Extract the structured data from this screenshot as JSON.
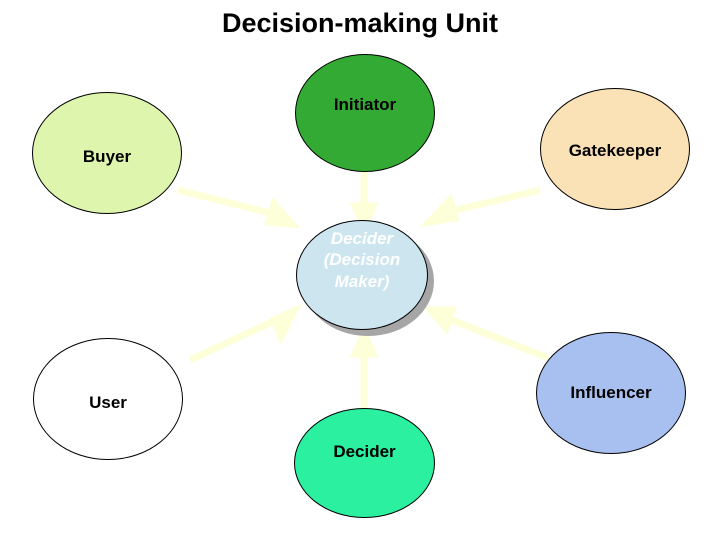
{
  "title": "Decision-making Unit",
  "diagram": {
    "type": "hub-and-spoke",
    "center": {
      "label": "Decider\n(Decision\nMaker)",
      "fill": "#cce5ef",
      "text_color": "#ffffff"
    },
    "nodes": [
      {
        "id": "initiator",
        "label": "Initiator",
        "fill": "#33aa33"
      },
      {
        "id": "gatekeeper",
        "label": "Gatekeeper",
        "fill": "#fbe1b6"
      },
      {
        "id": "buyer",
        "label": "Buyer",
        "fill": "#ddf5ad"
      },
      {
        "id": "influencer",
        "label": "Influencer",
        "fill": "#a8c0f0"
      },
      {
        "id": "user",
        "label": "User",
        "fill": "#ffffff"
      },
      {
        "id": "decider",
        "label": "Decider",
        "fill": "#2bf0a0"
      }
    ],
    "arrow_color": "#fdffd9",
    "arrows": [
      {
        "from": "initiator",
        "to": "center"
      },
      {
        "from": "gatekeeper",
        "to": "center"
      },
      {
        "from": "buyer",
        "to": "center"
      },
      {
        "from": "influencer",
        "to": "center"
      },
      {
        "from": "user",
        "to": "center"
      },
      {
        "from": "decider",
        "to": "center"
      }
    ]
  }
}
